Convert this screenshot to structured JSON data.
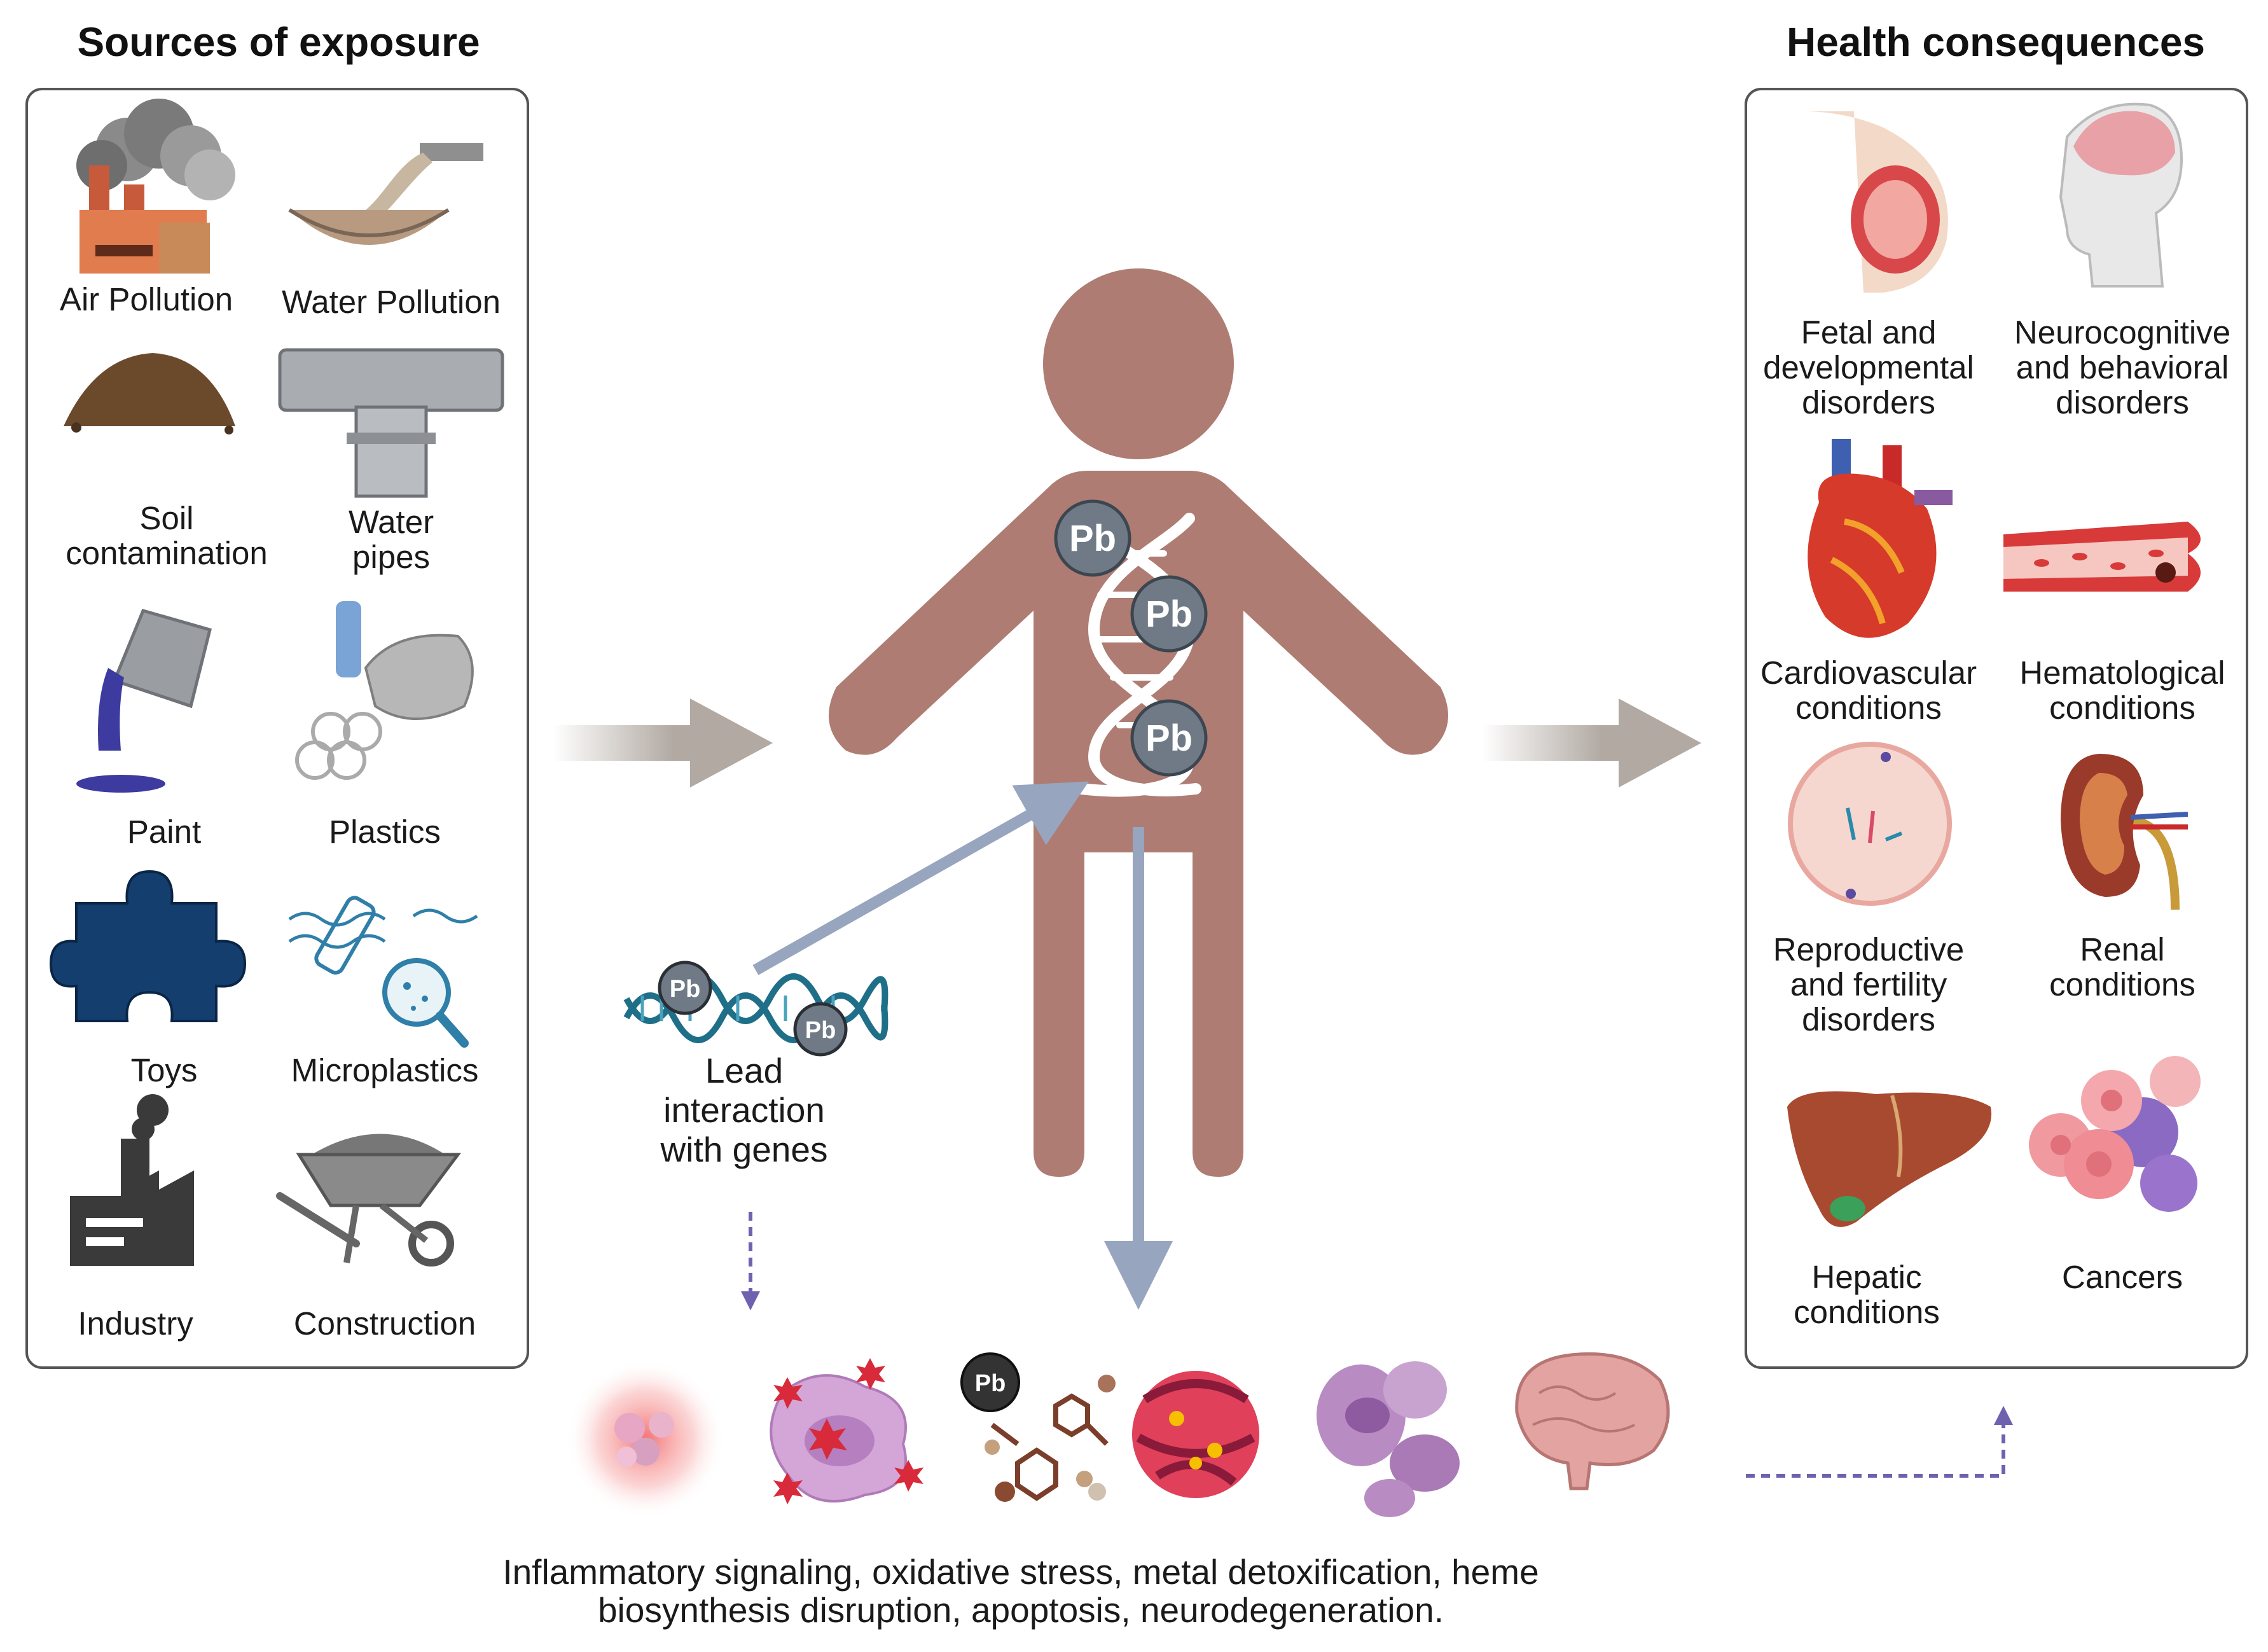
{
  "colors": {
    "figure_brown": "#ae7c72",
    "pb_circle": "#6f7a86",
    "arrow_grey": "#b1a9a2",
    "arrow_blue": "#97a5bf",
    "dashed_purple": "#6e62b0",
    "panel_border": "#555555"
  },
  "sources": {
    "heading": "Sources of exposure",
    "items": [
      {
        "label": "Air Pollution",
        "icon": "factory-smoke-icon"
      },
      {
        "label": "Water Pollution",
        "icon": "pipe-discharge-icon"
      },
      {
        "label": [
          "Soil",
          "contamination"
        ],
        "icon": "soil-pile-icon"
      },
      {
        "label": [
          "Water",
          "pipes"
        ],
        "icon": "t-pipe-icon"
      },
      {
        "label": "Paint",
        "icon": "paint-can-icon"
      },
      {
        "label": "Plastics",
        "icon": "plastic-waste-icon"
      },
      {
        "label": "Toys",
        "icon": "puzzle-piece-icon"
      },
      {
        "label": "Microplastics",
        "icon": "microplastics-magnifier-icon"
      },
      {
        "label": "Industry",
        "icon": "industry-building-icon"
      },
      {
        "label": "Construction",
        "icon": "wheelbarrow-icon"
      }
    ]
  },
  "center": {
    "pb_label": "Pb",
    "gene_label": [
      "Lead",
      "interaction",
      "with genes"
    ]
  },
  "mechanisms": {
    "icons": [
      "inflammation-icon",
      "oxidative-stress-icon",
      "metal-detox-icon",
      "heme-protein-icon",
      "apoptosis-icon",
      "brain-icon"
    ],
    "text": [
      "Inflammatory signaling, oxidative stress, metal detoxification, heme",
      "biosynthesis disruption, apoptosis, neurodegeneration."
    ]
  },
  "health": {
    "heading": "Health consequences",
    "items": [
      {
        "label": [
          "Fetal and",
          "developmental",
          "disorders"
        ],
        "icon": "pregnancy-icon"
      },
      {
        "label": [
          "Neurocognitive",
          "and behavioral",
          "disorders"
        ],
        "icon": "head-brain-icon"
      },
      {
        "label": [
          "Cardiovascular",
          "conditions"
        ],
        "icon": "heart-icon"
      },
      {
        "label": [
          "Hematological",
          "conditions"
        ],
        "icon": "blood-vessel-icon"
      },
      {
        "label": [
          "Reproductive",
          "and fertility",
          "disorders"
        ],
        "icon": "cell-division-icon"
      },
      {
        "label": [
          "Renal",
          "conditions"
        ],
        "icon": "kidney-icon"
      },
      {
        "label": [
          "Hepatic",
          "conditions"
        ],
        "icon": "liver-icon"
      },
      {
        "label": "Cancers",
        "icon": "cancer-cells-icon"
      }
    ]
  }
}
